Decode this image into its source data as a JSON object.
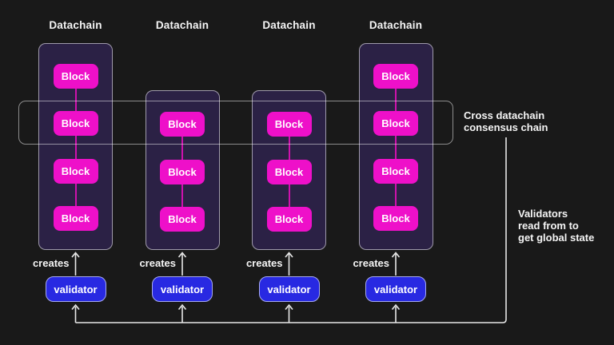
{
  "columns": [
    {
      "title": "Datachain",
      "blocks": [
        "Block",
        "Block",
        "Block",
        "Block"
      ],
      "creates_label": "creates",
      "validator_label": "validator"
    },
    {
      "title": "Datachain",
      "blocks": [
        "Block",
        "Block",
        "Block"
      ],
      "creates_label": "creates",
      "validator_label": "validator"
    },
    {
      "title": "Datachain",
      "blocks": [
        "Block",
        "Block",
        "Block"
      ],
      "creates_label": "creates",
      "validator_label": "validator"
    },
    {
      "title": "Datachain",
      "blocks": [
        "Block",
        "Block",
        "Block",
        "Block"
      ],
      "creates_label": "creates",
      "validator_label": "validator"
    }
  ],
  "annotations": {
    "consensus_chain_label": "Cross datachain\nconsensus chain",
    "validators_note": "Validators\nread from to\nget global state"
  },
  "colors": {
    "background": "#191919",
    "container_fill": "#2b2145",
    "block_fill": "#ee10c9",
    "chain_connector": "#cf12ad",
    "validator_fill": "#2829e2",
    "line": "#e8e8e8"
  }
}
